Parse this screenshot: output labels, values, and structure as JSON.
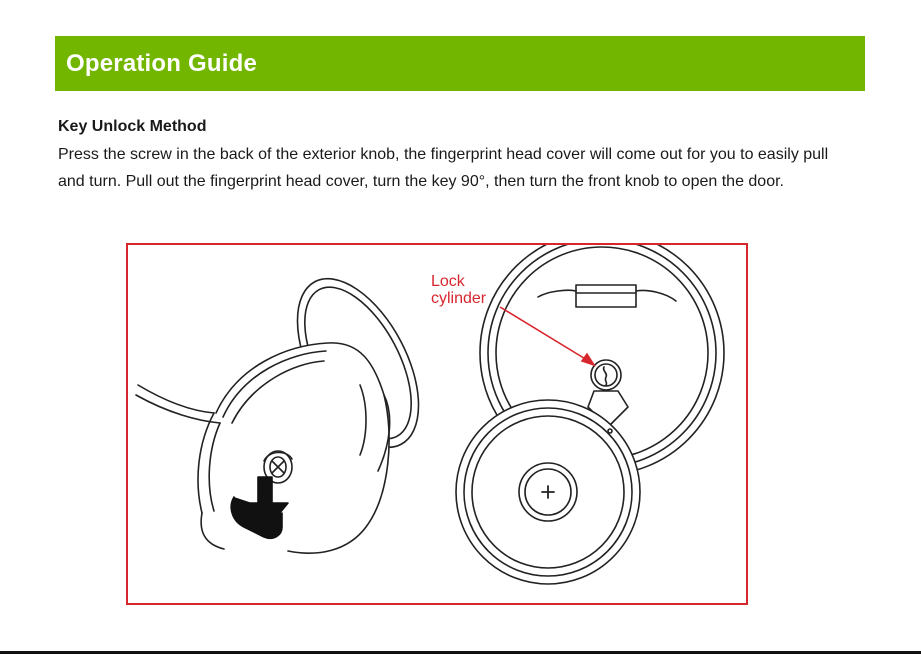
{
  "header": {
    "title": "Operation Guide"
  },
  "section": {
    "heading": "Key Unlock Method",
    "body": "Press the screw in the back of the exterior knob, the fingerprint head cover will come out for you to easily pull and turn. Pull out the fingerprint head cover, turn the key 90°, then turn the front knob to open the door."
  },
  "figure": {
    "callout_line1": "Lock",
    "callout_line2": "cylinder",
    "frame_color": "#d7262e",
    "illustrations": [
      "exterior-knob-pressed",
      "fingerprint-head-cover-open"
    ]
  },
  "colors": {
    "accent": "#72b600",
    "callout": "#d7262e"
  }
}
